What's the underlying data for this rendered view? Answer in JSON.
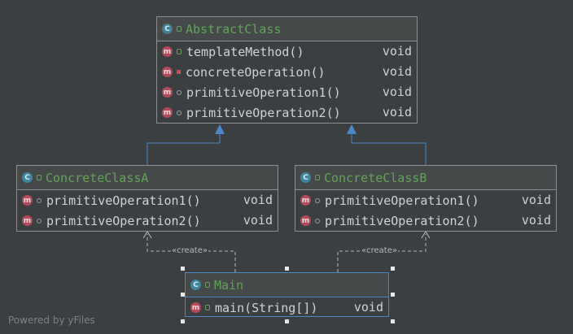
{
  "classes": {
    "abstract": {
      "name": "AbstractClass",
      "methods": [
        {
          "name": "templateMethod()",
          "ret": "void",
          "vis": "public"
        },
        {
          "name": "concreteOperation()",
          "ret": "void",
          "vis": "private"
        },
        {
          "name": "primitiveOperation1()",
          "ret": "void",
          "vis": "package"
        },
        {
          "name": "primitiveOperation2()",
          "ret": "void",
          "vis": "package"
        }
      ]
    },
    "concrete_a": {
      "name": "ConcreteClassA",
      "methods": [
        {
          "name": "primitiveOperation1()",
          "ret": "void",
          "vis": "package"
        },
        {
          "name": "primitiveOperation2()",
          "ret": "void",
          "vis": "package"
        }
      ]
    },
    "concrete_b": {
      "name": "ConcreteClassB",
      "methods": [
        {
          "name": "primitiveOperation1()",
          "ret": "void",
          "vis": "package"
        },
        {
          "name": "primitiveOperation2()",
          "ret": "void",
          "vis": "package"
        }
      ]
    },
    "main": {
      "name": "Main",
      "methods": [
        {
          "name": "main(String[])",
          "ret": "void",
          "vis": "public"
        }
      ]
    }
  },
  "edges": {
    "create_a_label": "«create»",
    "create_b_label": "«create»"
  },
  "footer": "Powered by yFiles",
  "colors": {
    "background": "#3c3f41",
    "class_name": "#62a355",
    "text": "#d0d2d4",
    "inheritance": "#4a88c7",
    "dependency": "#b7b9bb"
  }
}
